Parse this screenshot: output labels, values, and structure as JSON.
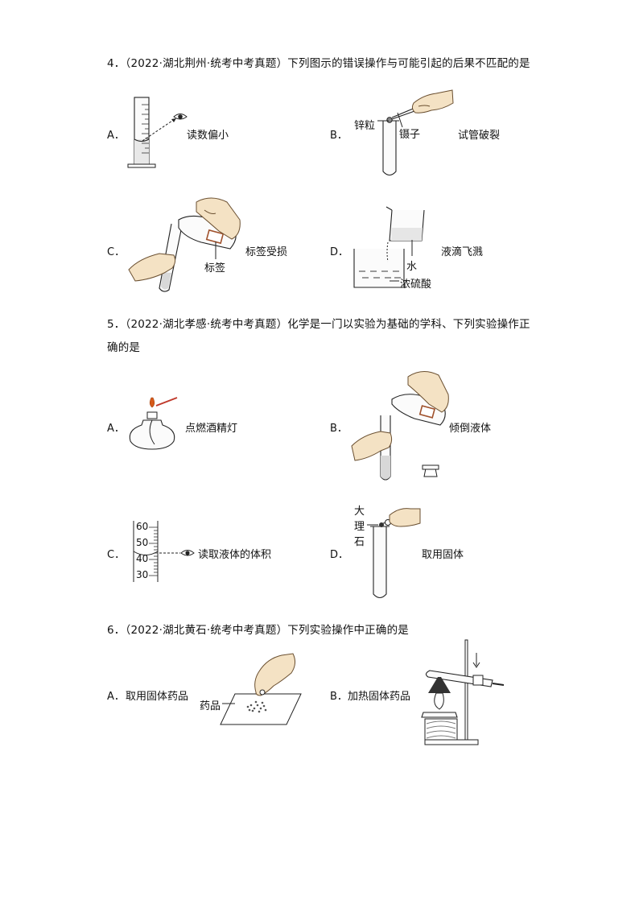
{
  "q4": {
    "stem": "4．（2022·湖北荆州·统考中考真题）下列图示的错误操作与可能引起的后果不匹配的是",
    "A": {
      "letter": "A．",
      "caption": "读数偏小"
    },
    "B": {
      "letter": "B．",
      "zinc": "锌粒",
      "tweezers": "镊子",
      "caption": "试管破裂"
    },
    "C": {
      "letter": "C．",
      "label": "标签",
      "caption": "标签受损"
    },
    "D": {
      "letter": "D．",
      "water": "水",
      "acid": "浓硫酸",
      "caption": "液滴飞溅"
    }
  },
  "q5": {
    "stem_line1": "5．（2022·湖北孝感·统考中考真题）化学是一门以实验为基础的学科、下列实验操作正",
    "stem_line2": "确的是",
    "A": {
      "letter": "A．",
      "caption": "点燃酒精灯"
    },
    "B": {
      "letter": "B．",
      "caption": "倾倒液体"
    },
    "C": {
      "letter": "C．",
      "ticks": [
        "60",
        "50",
        "40",
        "30"
      ],
      "caption": "读取液体的体积"
    },
    "D": {
      "letter": "D．",
      "marble": [
        "大",
        "理",
        "石"
      ],
      "caption": "取用固体"
    }
  },
  "q6": {
    "stem": "6．（2022·湖北黄石·统考中考真题）下列实验操作中正确的是",
    "A": {
      "letter": "A．",
      "caption": "取用固体药品",
      "drug": "药品"
    },
    "B": {
      "letter": "B．",
      "caption": "加热固体药品"
    }
  }
}
